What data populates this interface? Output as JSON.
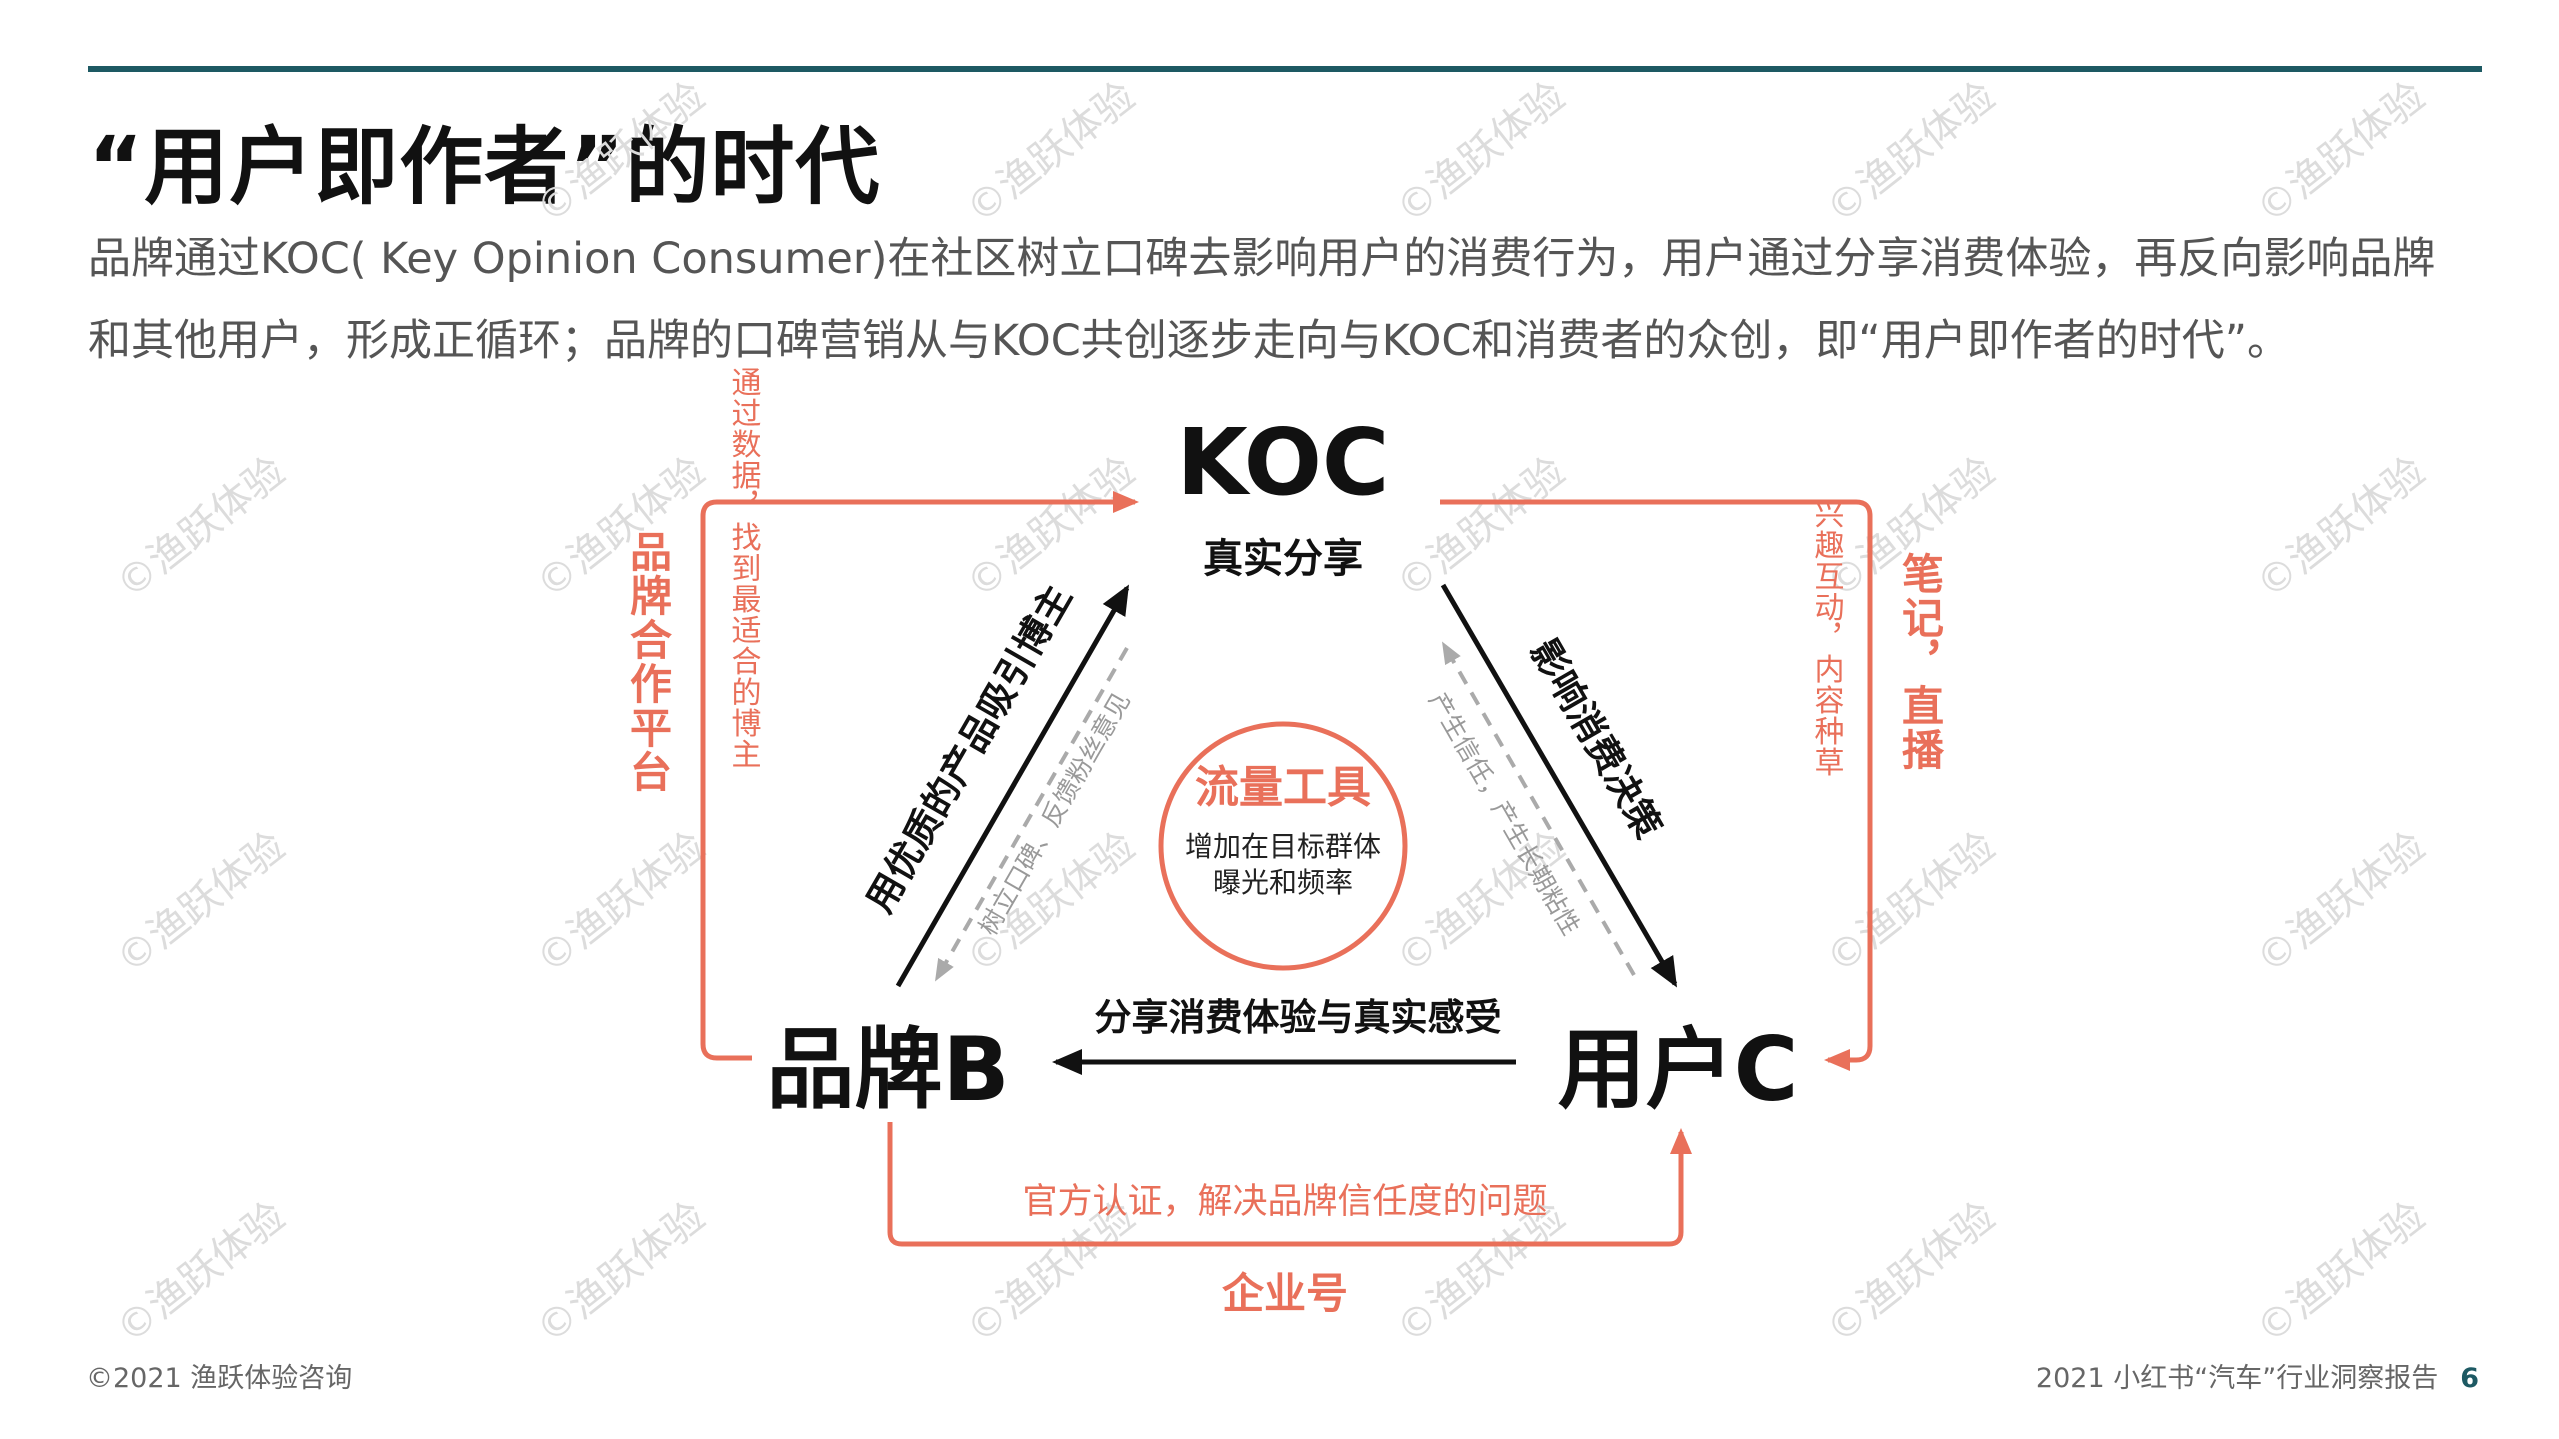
{
  "title": "“用户即作者”的时代",
  "intro": "品牌通过KOC( Key Opinion Consumer)在社区树立口碑去影响用户的消费行为，用户通过分享消费体验，再反向影响品牌和其他用户，形成正循环；品牌的口碑营销从与KOC共创逐步走向与KOC和消费者的众创，即“用户即作者的时代”。",
  "nodes": {
    "koc": "KOC",
    "koc_sub": "真实分享",
    "brand": "品牌B",
    "user": "用户C"
  },
  "center": {
    "title": "流量工具",
    "line1": "增加在目标群体",
    "line2": "曝光和频率"
  },
  "edges": {
    "brand_to_koc": "用优质的产品吸引博主",
    "koc_to_brand": "树立口碑、反馈粉丝意见",
    "koc_to_user": "影响消费决策",
    "user_to_koc": "产生信任，产生长期粘性",
    "user_to_brand": "分享消费体验与真实感受",
    "brand_to_user_loop": "官方认证，解决品牌信任度的问题",
    "left_outer": "品牌合作平台",
    "left_inner": "通过数据，找到最适合的博主",
    "right_outer": "笔记，直播",
    "right_inner": "兴趣互动，内容种草",
    "bottom_outer": "企业号"
  },
  "watermark": "©渔跃体验",
  "footer": {
    "left": "©2021 渔跃体验咨询",
    "right": "2021 小红书“汽车”行业洞察报告",
    "page": "6"
  },
  "colors": {
    "accent": "#e9705a",
    "dark": "#111111",
    "gray": "#9a9a9a",
    "teal": "#1d5963"
  }
}
